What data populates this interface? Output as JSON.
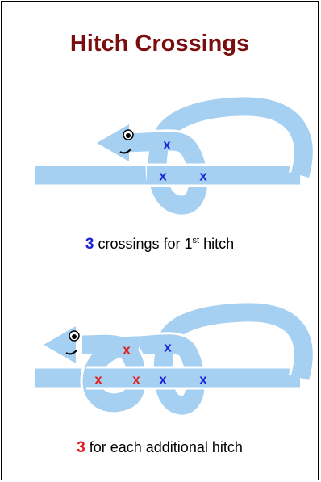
{
  "title": "Hitch Crossings",
  "colors": {
    "title": "#7a0d0d",
    "rope_fill": "#a6d0f2",
    "rope_edge": "#ffffff",
    "mark_primary": "#1a22d6",
    "mark_additional": "#e02020"
  },
  "icons": [
    "arrow-head-face-icon"
  ],
  "first_hitch": {
    "mark": "x",
    "marks_count": 3,
    "caption": {
      "number": "3",
      "text_before": "crossings for 1",
      "superscript": "st",
      "text_after": "hitch"
    }
  },
  "additional_hitch": {
    "mark": "x",
    "caption": {
      "number": "3",
      "text": "for each additional hitch"
    }
  }
}
